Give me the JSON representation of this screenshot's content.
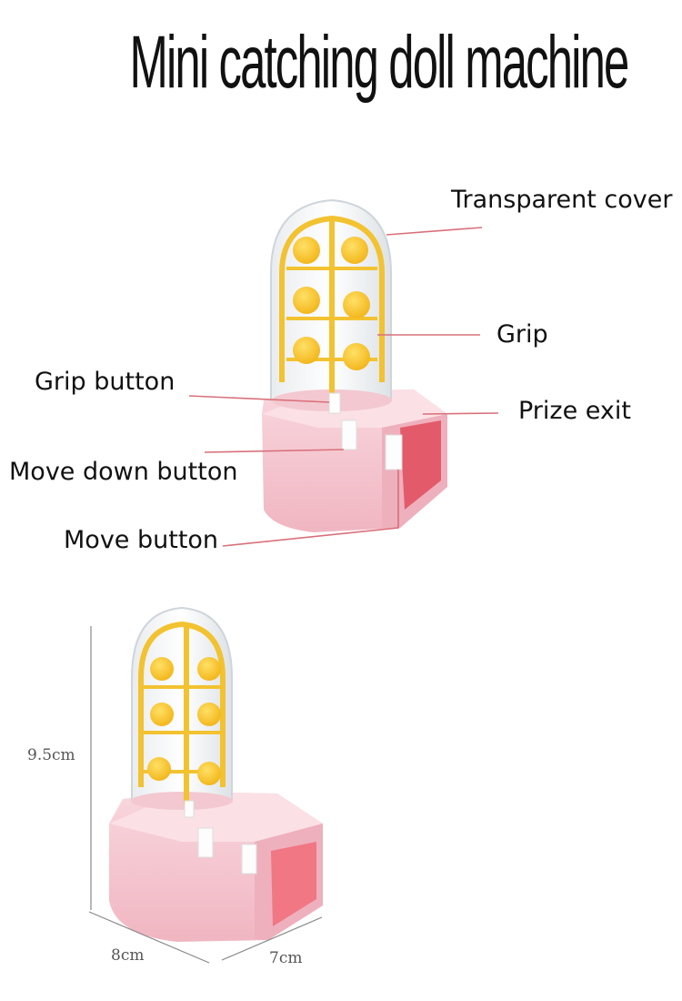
{
  "title": "Mini catching doll machine",
  "callouts": {
    "transparent_cover": "Transparent cover",
    "grip": "Grip",
    "grip_button": "Grip button",
    "prize_exit": "Prize exit",
    "move_down_button": "Move down button",
    "move_button": "Move button"
  },
  "dimensions": {
    "height": "9.5cm",
    "length": "8cm",
    "width": "7cm"
  },
  "colors": {
    "body_pink": "#f6c9d2",
    "dome_yellow": "#f2c230",
    "leader_line": "#d9707a"
  }
}
